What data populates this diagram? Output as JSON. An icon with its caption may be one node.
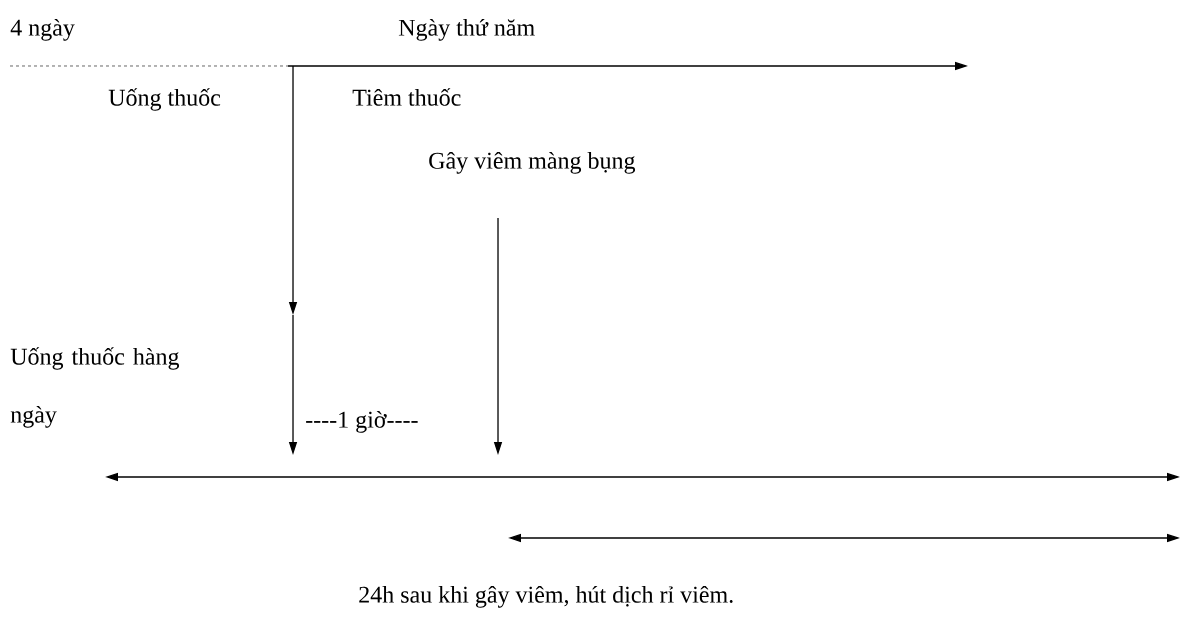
{
  "diagram": {
    "labels": [
      "4 ngày",
      "Ngày thứ năm",
      "Uống thuốc",
      "Tiêm thuốc",
      "Gây viêm màng bụng",
      "Uống thuốc hàng ngày",
      "----1 giờ----",
      "24h sau khi gây viêm, hút dịch rỉ viêm."
    ]
  }
}
